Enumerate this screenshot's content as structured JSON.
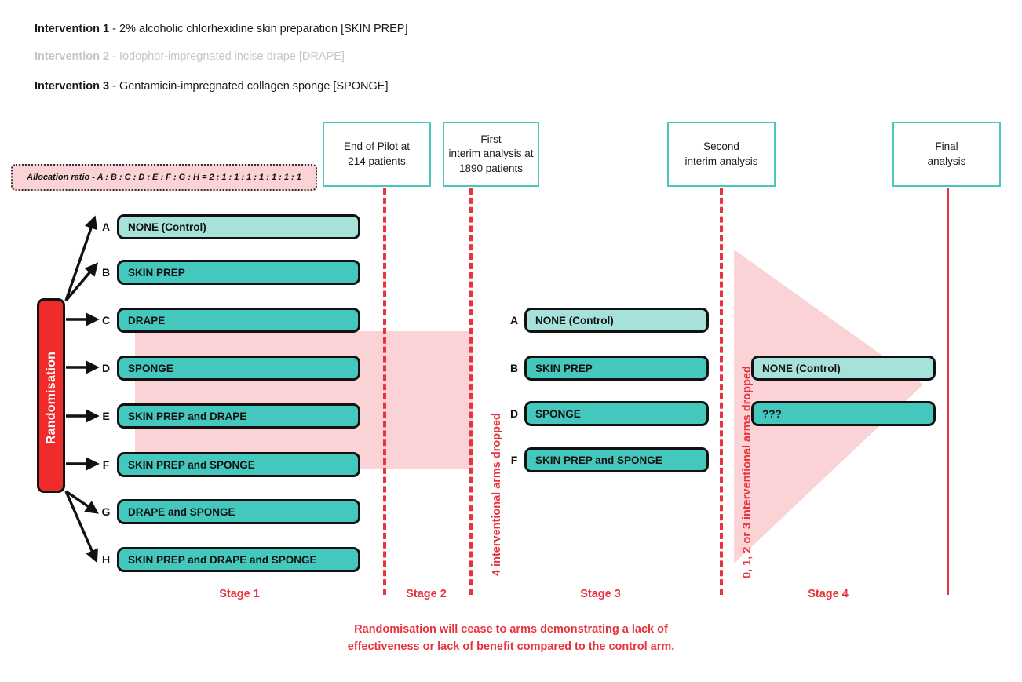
{
  "legend": {
    "items": [
      {
        "bold": "Intervention 1",
        "rest": " - 2% alcoholic chlorhexidine skin preparation [SKIN PREP]",
        "muted": false
      },
      {
        "bold": "Intervention 2",
        "rest": " - Iodophor-impregnated incise drape [DRAPE]",
        "muted": true
      },
      {
        "bold": "Intervention 3",
        "rest": " - Gentamicin-impregnated collagen sponge [SPONGE]",
        "muted": false
      }
    ]
  },
  "allocation": {
    "text": "Allocation ratio - A : B : C : D : E : F : G : H = 2 : 1 : 1 : 1 : 1 : 1 : 1 : 1"
  },
  "randomisation": {
    "label": "Randomisation"
  },
  "analysis_boxes": [
    {
      "id": "end-of-pilot",
      "line1": "End of Pilot at",
      "line2": "214 patients",
      "line3": ""
    },
    {
      "id": "first-interim",
      "line1": "First",
      "line2": "interim analysis at",
      "line3": "1890 patients"
    },
    {
      "id": "second-interim",
      "line1": "Second",
      "line2": "interim analysis",
      "line3": ""
    },
    {
      "id": "final",
      "line1": "Final",
      "line2": "analysis",
      "line3": ""
    }
  ],
  "stage1_arms": [
    {
      "letter": "A",
      "label": "NONE (Control)",
      "control": true
    },
    {
      "letter": "B",
      "label": "SKIN PREP",
      "control": false
    },
    {
      "letter": "C",
      "label": "DRAPE",
      "control": false
    },
    {
      "letter": "D",
      "label": "SPONGE",
      "control": false
    },
    {
      "letter": "E",
      "label": "SKIN PREP and DRAPE",
      "control": false
    },
    {
      "letter": "F",
      "label": "SKIN PREP and SPONGE",
      "control": false
    },
    {
      "letter": "G",
      "label": "DRAPE and SPONGE",
      "control": false
    },
    {
      "letter": "H",
      "label": "SKIN PREP and DRAPE and SPONGE",
      "control": false
    }
  ],
  "stage3_arms": [
    {
      "letter": "A",
      "label": "NONE (Control)",
      "control": true
    },
    {
      "letter": "B",
      "label": "SKIN PREP",
      "control": false
    },
    {
      "letter": "D",
      "label": "SPONGE",
      "control": false
    },
    {
      "letter": "F",
      "label": "SKIN PREP and SPONGE",
      "control": false
    }
  ],
  "stage4_arms": [
    {
      "letter": "",
      "label": "NONE (Control)",
      "control": true
    },
    {
      "letter": "",
      "label": "???",
      "control": false
    }
  ],
  "drop_captions": [
    {
      "id": "caption-stage2",
      "text": "4 interventional arms dropped"
    },
    {
      "id": "caption-stage3",
      "text": "0, 1, 2 or 3 interventional arms dropped"
    }
  ],
  "stage_labels": [
    {
      "text": "Stage 1"
    },
    {
      "text": "Stage 2"
    },
    {
      "text": "Stage 3"
    },
    {
      "text": "Stage 4"
    }
  ],
  "footer": {
    "line1": "Randomisation will cease to arms demonstrating a lack of",
    "line2": "effectiveness or lack of benefit compared to the control arm."
  },
  "colors": {
    "red": "#e8323c",
    "randomisation_red": "#ef2b2b",
    "teal_border": "#4ac6bc",
    "arm_control": "#a6e1da",
    "arm_intervention": "#44c8bd",
    "pink": "#fbd3d6",
    "muted_text": "#c6c6c6"
  }
}
